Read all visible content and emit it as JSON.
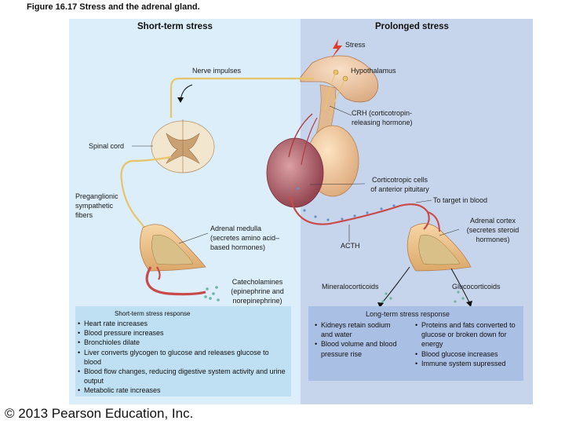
{
  "figure_title": "Figure 16.17 Stress and the adrenal gland.",
  "panels": {
    "left_heading": "Short-term stress",
    "right_heading": "Prolonged stress"
  },
  "labels": {
    "stress": "Stress",
    "nerve_impulses": "Nerve impulses",
    "hypothalamus": "Hypothalamus",
    "crh": [
      "CRH (corticotropin-",
      "releasing hormone)"
    ],
    "spinal_cord": "Spinal cord",
    "corticotropic": [
      "Corticotropic cells",
      "of anterior pituitary"
    ],
    "preganglionic": [
      "Preganglionic",
      "sympathetic",
      "fibers"
    ],
    "to_target": "To target in blood",
    "adrenal_medulla": [
      "Adrenal medulla",
      "(secretes amino acid–",
      "based hormones)"
    ],
    "acth": "ACTH",
    "adrenal_cortex": [
      "Adrenal cortex",
      "(secretes steroid",
      "hormones)"
    ],
    "catecholamines": [
      "Catecholamines",
      "(epinephrine and",
      "norepinephrine)"
    ],
    "mineralocorticoids": "Mineralocorticoids",
    "glucocorticoids": "Glucocorticoids"
  },
  "short_term_response": {
    "title": "Short-term stress response",
    "items": [
      "Heart rate increases",
      "Blood pressure increases",
      "Bronchioles dilate",
      "Liver converts glycogen to glucose and releases glucose to blood",
      "Blood flow changes, reducing digestive system activity and urine output",
      "Metabolic rate increases"
    ]
  },
  "long_term_response": {
    "title": "Long-term stress response",
    "mineralo_items": [
      "Kidneys retain sodium and water",
      "Blood volume and blood pressure rise"
    ],
    "gluco_items": [
      "Proteins and fats converted to glucose or broken down for energy",
      "Blood glucose increases",
      "Immune system supressed"
    ]
  },
  "copyright": "© 2013 Pearson Education, Inc.",
  "colors": {
    "left_panel": "#dbeef9",
    "right_panel": "#c7d5ec",
    "nerve": "#e8c56a",
    "blood_vessel": "#c94a4a",
    "stress_bolt": "#e03a2a"
  }
}
